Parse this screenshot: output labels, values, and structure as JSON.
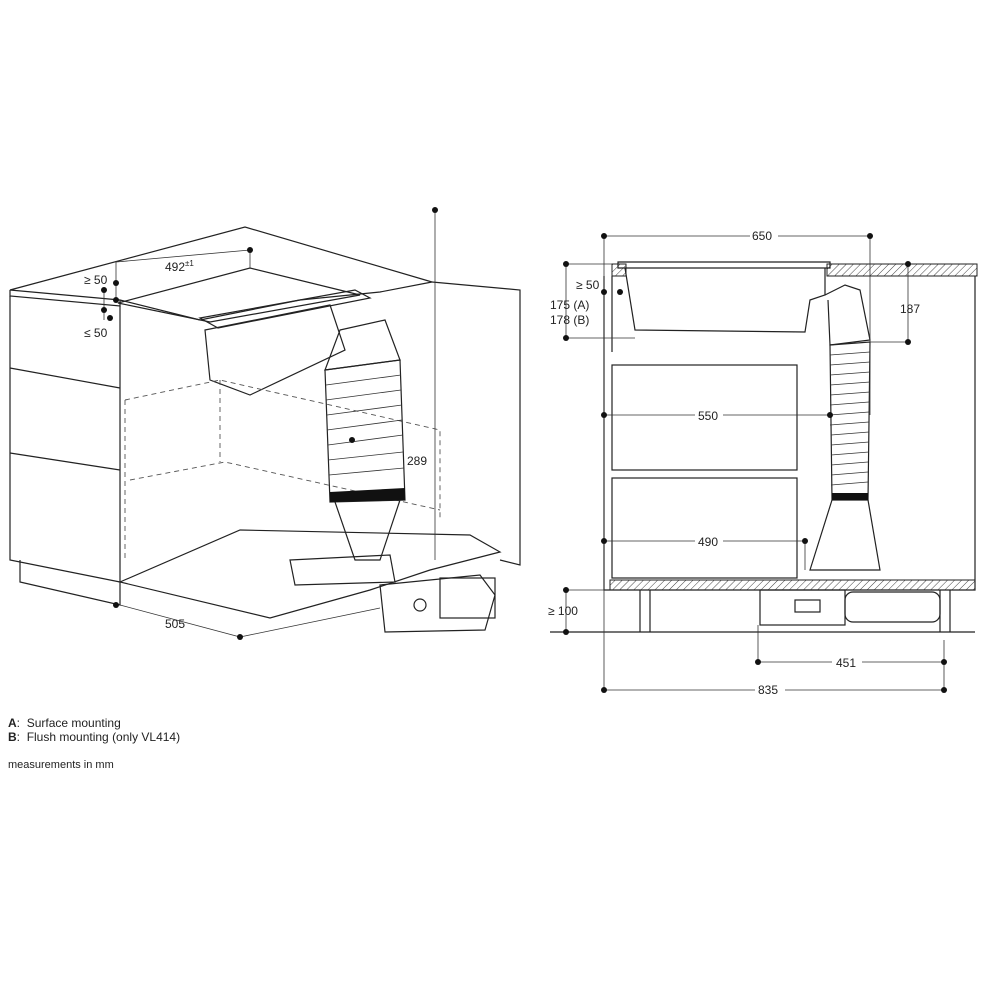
{
  "perspective_view": {
    "dims": {
      "cutout_width": "492",
      "cutout_width_tolerance": "±1",
      "front_min": "≥ 50",
      "front_max": "≤ 50",
      "duct_height": "289",
      "depth": "505"
    }
  },
  "side_view": {
    "dims": {
      "width_top": "650",
      "front_min": "≥ 50",
      "depth_a": "175 (A)",
      "depth_b": "178 (B)",
      "duct_offset": "187",
      "drawer_upper": "550",
      "drawer_lower": "490",
      "plinth_min": "≥ 100",
      "fan_depth": "451",
      "total_depth": "835"
    }
  },
  "legend": {
    "a_key": "A",
    "a_text": "Surface mounting",
    "b_key": "B",
    "b_text": "Flush mounting (only VL414)",
    "units": "measurements in mm"
  }
}
